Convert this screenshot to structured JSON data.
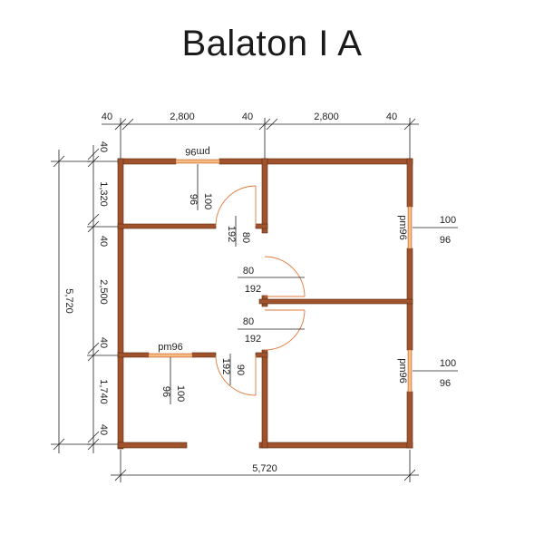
{
  "title": "Balaton I A",
  "colors": {
    "wall": "#a0522d",
    "wall_outline": "#5a2a10",
    "window": "#f4a460",
    "dim_line": "#222222",
    "door_arc": "#e07a3a"
  },
  "top_dimensions": [
    "40",
    "2,800",
    "40",
    "2,800",
    "40"
  ],
  "left_dimensions": [
    "40",
    "1,320",
    "40",
    "2,500",
    "40",
    "1,740",
    "40"
  ],
  "left_total": "5,720",
  "bottom_total": "5,720",
  "windows": [
    {
      "name": "pm96",
      "width": "96",
      "height": "100"
    },
    {
      "name": "pm96",
      "width": "96",
      "height": "100"
    },
    {
      "name": "pm96",
      "width": "100",
      "height": "96"
    },
    {
      "name": "pm96",
      "width": "100",
      "height": "96"
    }
  ],
  "doors": [
    {
      "width": "80",
      "height": "192"
    },
    {
      "width": "80",
      "height": "192"
    },
    {
      "width": "80",
      "height": "192"
    },
    {
      "width": "90",
      "height": "192"
    }
  ]
}
